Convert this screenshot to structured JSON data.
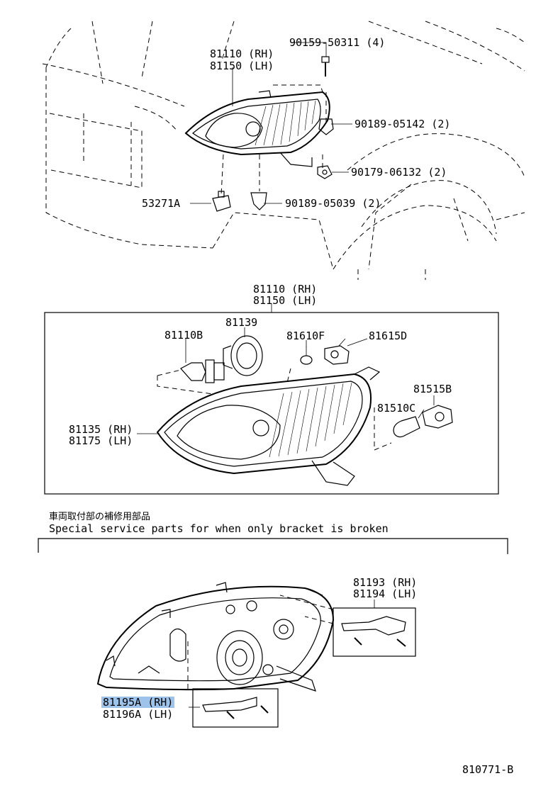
{
  "labels": {
    "p81110_top": "81110 (RH)",
    "p81150_top": "81150 (LH)",
    "p90159": "90159-50311 (4)",
    "p90189_05142": "90189-05142 (2)",
    "p90179": "90179-06132 (2)",
    "p53271a": "53271A",
    "p90189_05039": "90189-05039 (2)",
    "p81110_mid": "81110 (RH)",
    "p81150_mid": "81150 (LH)",
    "p81110b": "81110B",
    "p81139": "81139",
    "p81610f": "81610F",
    "p81615d": "81615D",
    "p81515b": "81515B",
    "p81510c": "81510C",
    "p81135": "81135 (RH)",
    "p81175": "81175 (LH)",
    "p81193": "81193 (RH)",
    "p81194": "81194 (LH)",
    "p81195a": "81195A (RH)",
    "p81196a": "81196A (LH)"
  },
  "notes": {
    "japanese": "車両取付部の補修用部品",
    "english": "Special service parts for when only bracket is broken"
  },
  "diagram_id": "810771-B",
  "colors": {
    "line": "#000000",
    "highlight": "#9ec3ea",
    "background": "#ffffff"
  }
}
